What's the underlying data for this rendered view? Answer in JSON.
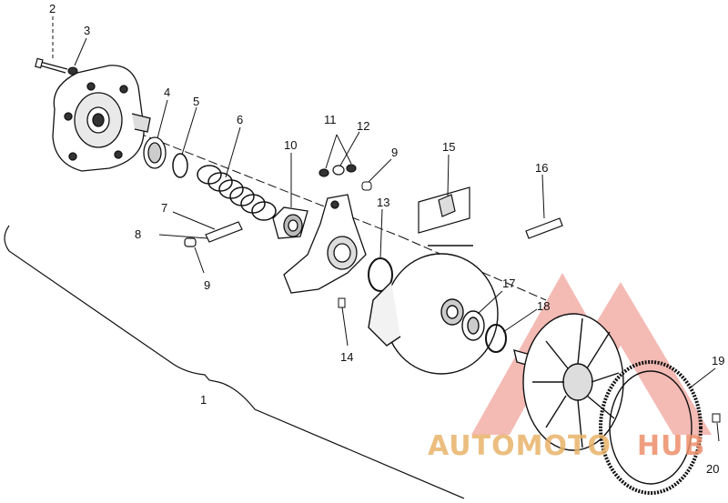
{
  "diagram": {
    "callouts": [
      {
        "id": "c1",
        "text": "1"
      },
      {
        "id": "c2",
        "text": "2"
      },
      {
        "id": "c3",
        "text": "3"
      },
      {
        "id": "c4",
        "text": "4"
      },
      {
        "id": "c5",
        "text": "5"
      },
      {
        "id": "c6",
        "text": "6"
      },
      {
        "id": "c7",
        "text": "7"
      },
      {
        "id": "c8",
        "text": "8"
      },
      {
        "id": "c9a",
        "text": "9"
      },
      {
        "id": "c9b",
        "text": "9"
      },
      {
        "id": "c10",
        "text": "10"
      },
      {
        "id": "c11",
        "text": "11"
      },
      {
        "id": "c12",
        "text": "12"
      },
      {
        "id": "c13",
        "text": "13"
      },
      {
        "id": "c14",
        "text": "14"
      },
      {
        "id": "c15",
        "text": "15"
      },
      {
        "id": "c16",
        "text": "16"
      },
      {
        "id": "c17",
        "text": "17"
      },
      {
        "id": "c18",
        "text": "18"
      },
      {
        "id": "c19",
        "text": "19"
      },
      {
        "id": "c20",
        "text": "20"
      }
    ],
    "line_color": "#111111"
  },
  "watermark": {
    "part1": "AUTOMOTO",
    "part2": "HUB",
    "color_primary": "#f2b3a6",
    "color_secondary": "#e8a86a",
    "triangle_color": "#e8685a"
  }
}
